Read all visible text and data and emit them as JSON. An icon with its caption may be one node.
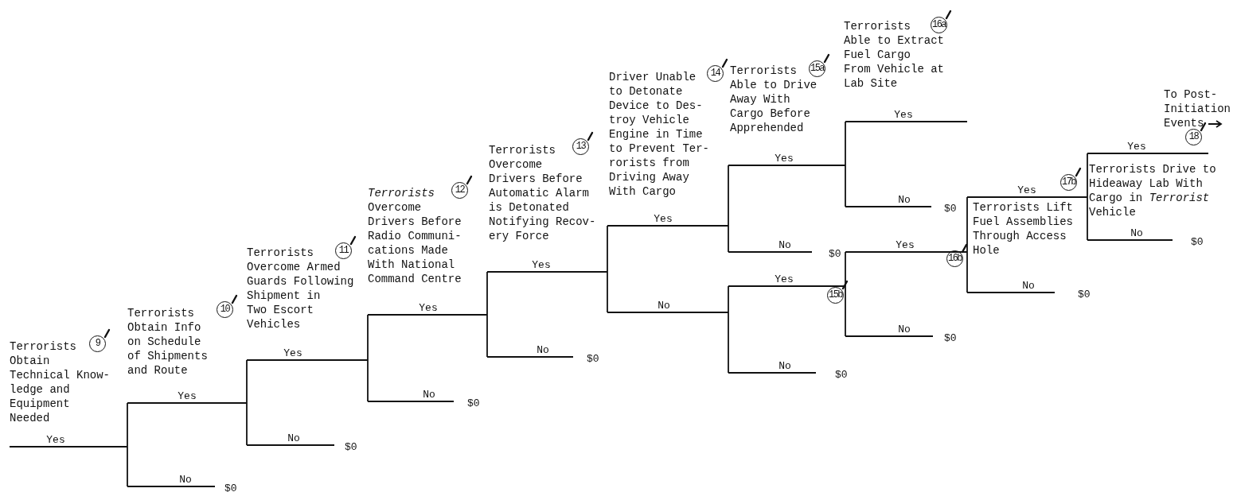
{
  "diagram": {
    "labels": [
      "Terrorists Obtain Technical Know- ledge and Equipment Needed",
      "9",
      "Terrorists Obtain Info on Schedule of Shipments and Route",
      "10",
      "Terrorists Overcome Armed Guards Following Shipment in Two Escort Vehicles",
      "11",
      "*Terrorists* Overcome Drivers Before Radio Communi- cations Made With National Command Centre",
      "12",
      "Terrorists Overcome Drivers Before Automatic Alarm is Detonated Notifying Recov- ery Force",
      "13",
      "Driver Unable to Detonate Device to Des- troy Vehicle Engine in Time to Prevent Ter- rorists from Driving Away With Cargo",
      "14",
      "Terrorists Able to Drive Away With Cargo Before Apprehended",
      "15a",
      "Terrorists Able to Extract Fuel Cargo From Vehicle at Lab Site",
      "16a",
      "To Post- Initiation Events",
      "18",
      "Terrorists Lift Fuel Assemblies Through Access Hole",
      "16b",
      "Terrorists Drive to Hideaway Lab With Cargo in *Terrorist* Vehicle",
      "17b",
      "15b",
      "Yes",
      "Yes",
      "No",
      "$0",
      "Yes",
      "No",
      "$0",
      "Yes",
      "No",
      "$0",
      "Yes",
      "No",
      "$0",
      "Yes",
      "No",
      "Yes",
      "No",
      "$0",
      "Yes",
      "No",
      "$0",
      "Yes",
      "No",
      "$0",
      "Yes",
      "No",
      "$0",
      "Yes",
      "No",
      "$0",
      "Yes",
      "No",
      "$0"
    ]
  }
}
